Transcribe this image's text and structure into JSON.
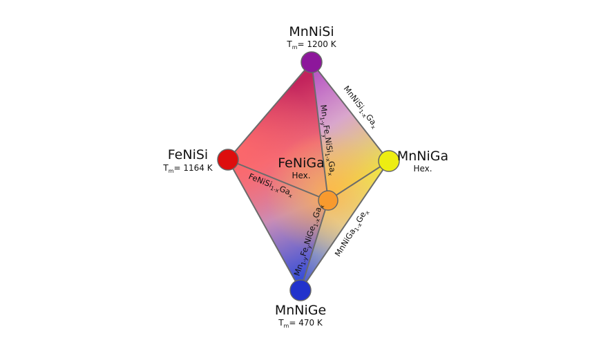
{
  "vertices": {
    "top": {
      "name": "MnNiSi",
      "tm_prefix": "T",
      "tm_sub": "m",
      "tm_value": "= 1200 K",
      "color": "#8d179b"
    },
    "left": {
      "name": "FeNiSi",
      "tm_prefix": "T",
      "tm_sub": "m",
      "tm_value": "= 1164 K",
      "color": "#dd0e0e"
    },
    "right": {
      "name": "MnNiGa",
      "note": "Hex.",
      "color": "#eded12"
    },
    "bottom": {
      "name": "MnNiGe",
      "tm_prefix": "T",
      "tm_sub": "m",
      "tm_value": "= 470 K",
      "color": "#2233cc"
    },
    "center": {
      "name": "FeNiGa",
      "note": "Hex.",
      "color": "#f89a2e"
    }
  },
  "edges": {
    "top_right": {
      "base": "MnNiSi",
      "s1": "1-x",
      "mid": "Ga",
      "s2": "x"
    },
    "right_bottom": {
      "base": "MnNiGa",
      "s1": "1-x",
      "mid": "Ge",
      "s2": "x"
    },
    "left_center": {
      "base": "FeNiSi",
      "s1": "1-x",
      "mid": "Ga",
      "s2": "x"
    },
    "top_center": {
      "p1": "Mn",
      "s1": "1-y",
      "p2": "Fe",
      "s2": "y",
      "p3": "NiSi",
      "s3": "1-x",
      "p4": "Ga",
      "s4": "x"
    },
    "center_bottom": {
      "p1": "Mn",
      "s1": "1-y",
      "p2": "Fe",
      "s2": "y",
      "p3": "NiGe",
      "s3": "1-x",
      "p4": "Ga",
      "s4": "x"
    }
  }
}
